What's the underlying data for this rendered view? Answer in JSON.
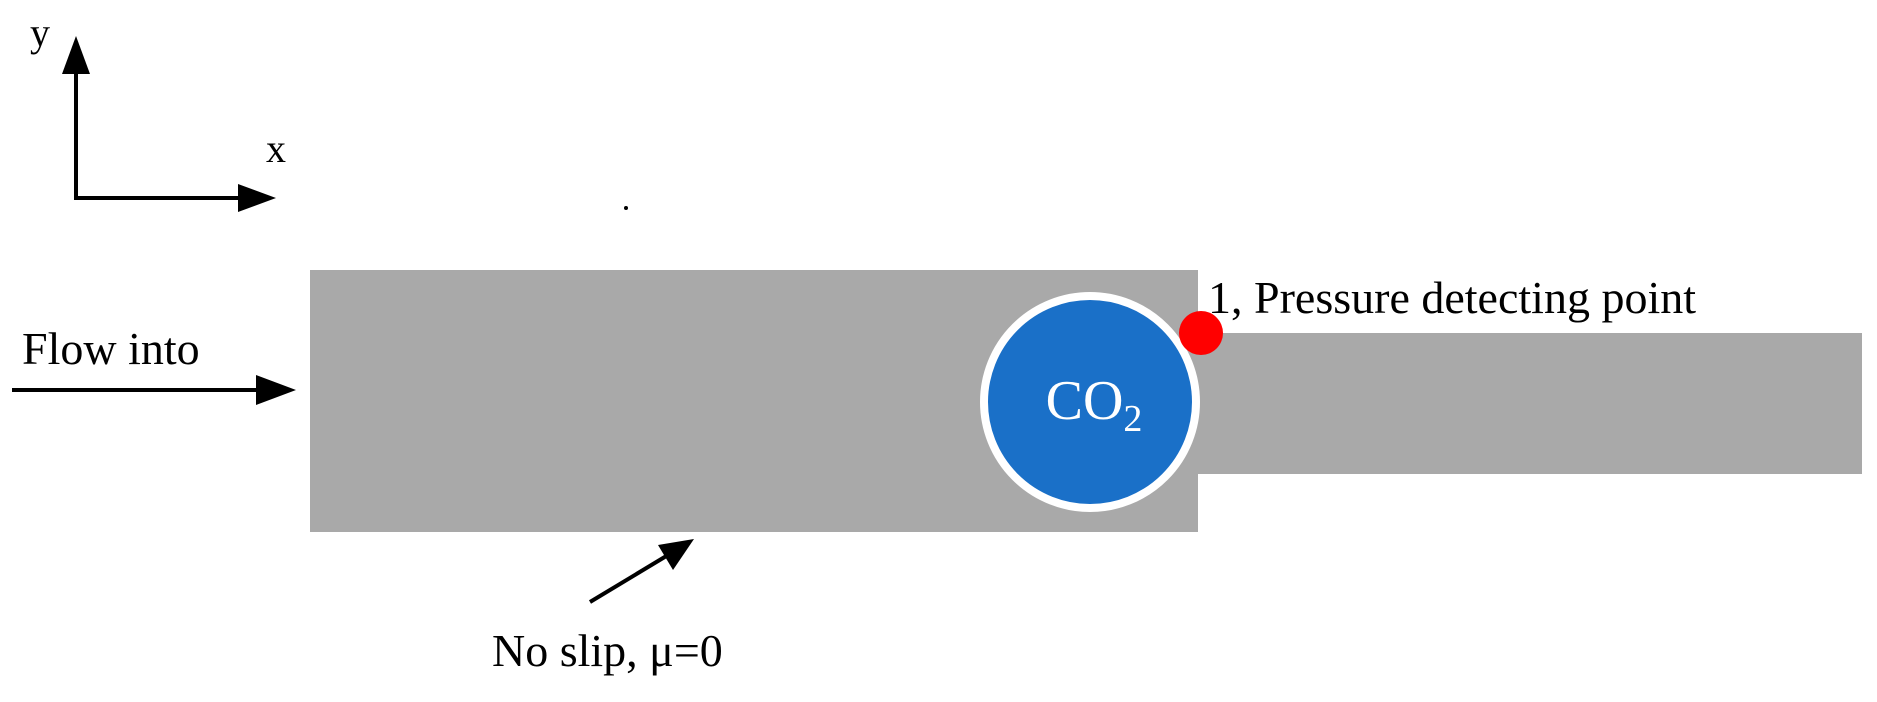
{
  "axes": {
    "y_label": "y",
    "x_label": "x"
  },
  "labels": {
    "flow_into": "Flow into",
    "no_slip": "No slip, μ=0",
    "pressure_point": "1, Pressure detecting point"
  },
  "bubble": {
    "text_main": "CO",
    "text_sub": "2"
  },
  "colors": {
    "channel": "#a9a9a9",
    "bubble_fill": "#1a70c8",
    "bubble_border": "#ffffff",
    "pressure_point": "#ff0000",
    "arrow": "#000000"
  }
}
